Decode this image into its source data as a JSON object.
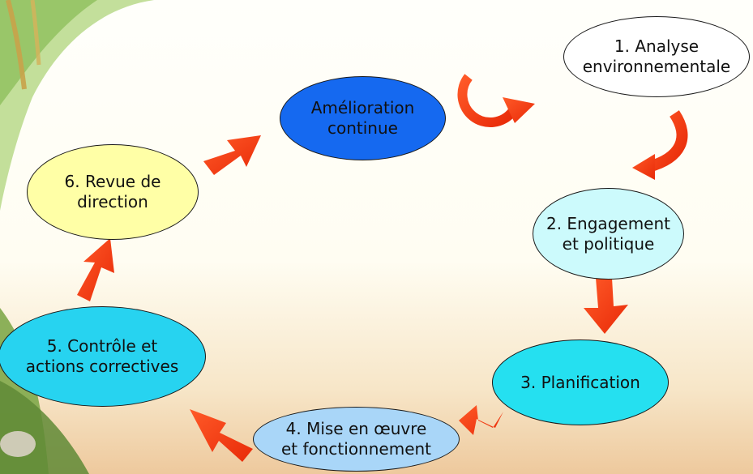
{
  "nodes": {
    "analyse": {
      "line1": "1. Analyse",
      "line2": "environnementale",
      "color": "#ffffff"
    },
    "engagement": {
      "line1": "2. Engagement",
      "line2": "et politique",
      "color": "#ccfafc"
    },
    "planification": {
      "line1": "3. Planification",
      "color": "#25e0f0"
    },
    "mise_en_oeuvre": {
      "line1": "4. Mise en œuvre",
      "line2": "et fonctionnement",
      "color": "#a9d6f8"
    },
    "controle": {
      "line1": "5. Contrôle et",
      "line2": "actions correctives",
      "color": "#27d3f0"
    },
    "revue": {
      "line1": "6. Revue de",
      "line2": "direction",
      "color": "#ffffa6"
    },
    "amelioration": {
      "line1": "Amélioration",
      "line2": "continue",
      "color": "#1569f0"
    }
  },
  "colors": {
    "arrow": "#f43a12",
    "arrow_edge": "#c42808"
  }
}
